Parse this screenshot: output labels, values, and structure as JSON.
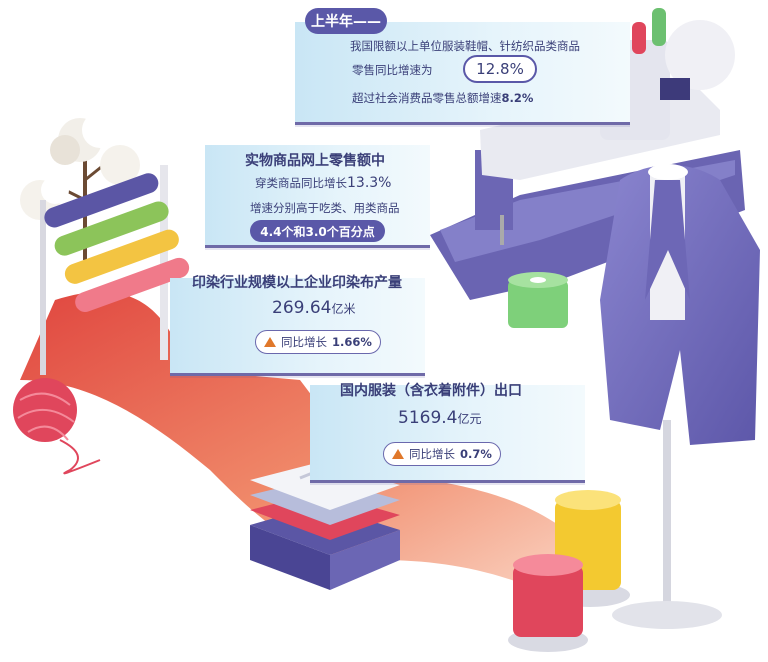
{
  "section1": {
    "tag": "上半年——",
    "line1": "我国限额以上单位服装鞋帽、针纺织品类商品",
    "line2": "零售同比增速为",
    "rate": "12.8%",
    "line3_prefix": "超过社会消费品零售总额增速",
    "line3_value": "8.2%"
  },
  "section2": {
    "title": "实物商品网上零售额中",
    "line1_prefix": "穿类商品同比增长",
    "line1_value": "13.3%",
    "line2": "增速分别高于吃类、用类商品",
    "badge": "4.4个和3.0个百分点"
  },
  "section3": {
    "title": "印染行业规模以上企业印染布产量",
    "value": "269.64",
    "unit": "亿米",
    "growth_label": "同比增长",
    "growth_value": "1.66%"
  },
  "section4": {
    "title": "国内服装（含衣着附件）出口",
    "value": "5169.4",
    "unit": "亿元",
    "growth_label": "同比增长",
    "growth_value": "0.7%"
  },
  "colors": {
    "accent_purple": "#5a58a8",
    "text_navy": "#3a3f78",
    "up_arrow": "#e0782a",
    "panel_blue": "#cde8f6"
  }
}
